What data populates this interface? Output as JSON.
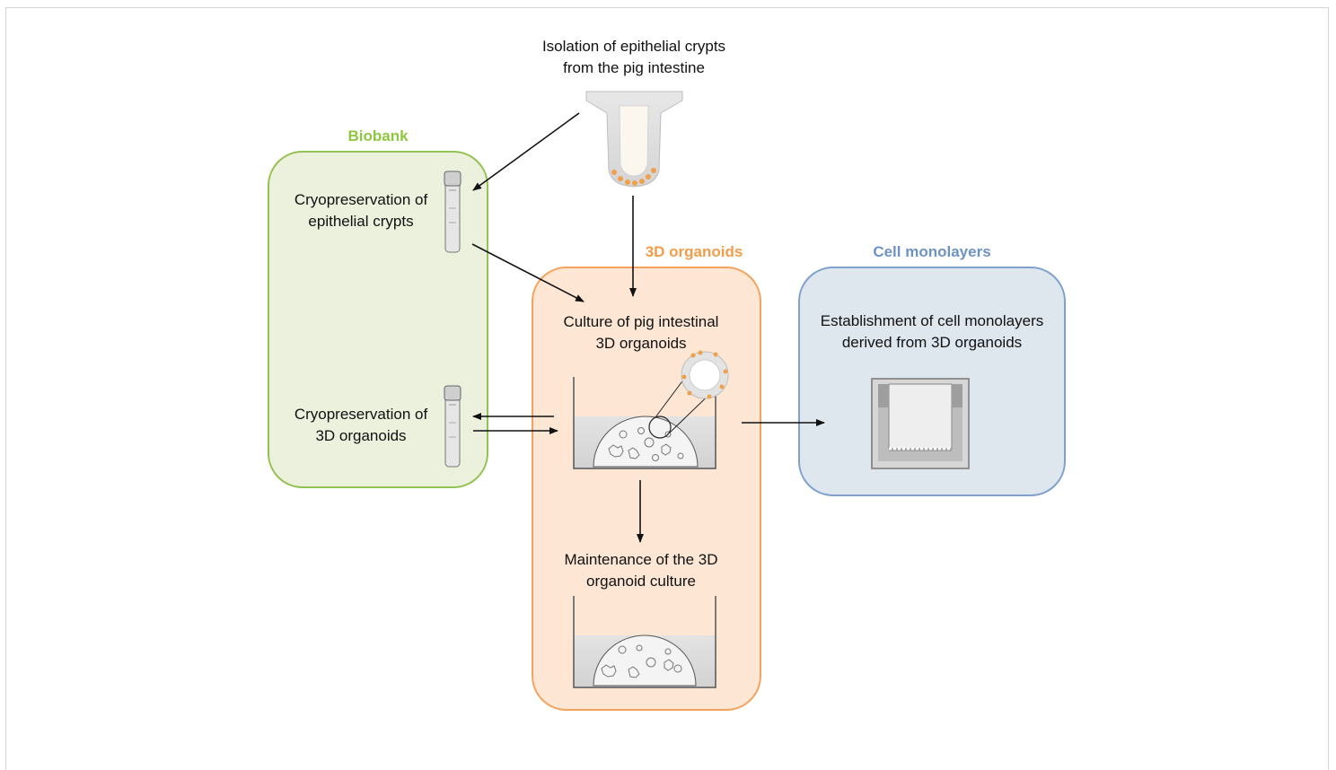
{
  "top_label": {
    "line1": "Isolation of epithelial crypts",
    "line2": "from the pig intestine"
  },
  "biobank": {
    "title": "Biobank",
    "title_color": "#8dc63f",
    "fill": "#ebf1dc",
    "stroke": "#92c350",
    "crypts_label": {
      "line1": "Cryopreservation of",
      "line2": "epithelial crypts"
    },
    "organoids_label": {
      "line1": "Cryopreservation of",
      "line2": "3D organoids"
    }
  },
  "organoids": {
    "title": "3D organoids",
    "title_color": "#f39c4a",
    "fill": "#fde6d4",
    "stroke": "#f3a35e",
    "culture_label": {
      "line1": "Culture of pig intestinal",
      "line2": "3D organoids"
    },
    "maintenance_label": {
      "line1": "Maintenance of the 3D",
      "line2": "organoid culture"
    }
  },
  "monolayers": {
    "title": "Cell monolayers",
    "title_color": "#6d93c6",
    "fill": "#dee6ee",
    "stroke": "#7da1cc",
    "label": {
      "line1": "Establishment of cell monolayers",
      "line2": "derived from 3D organoids"
    }
  },
  "icons": [
    "intestinal-crypt-icon",
    "cryovial-icon",
    "culture-well-organoids-icon",
    "organoid-zoom-icon",
    "transwell-insert-icon"
  ]
}
